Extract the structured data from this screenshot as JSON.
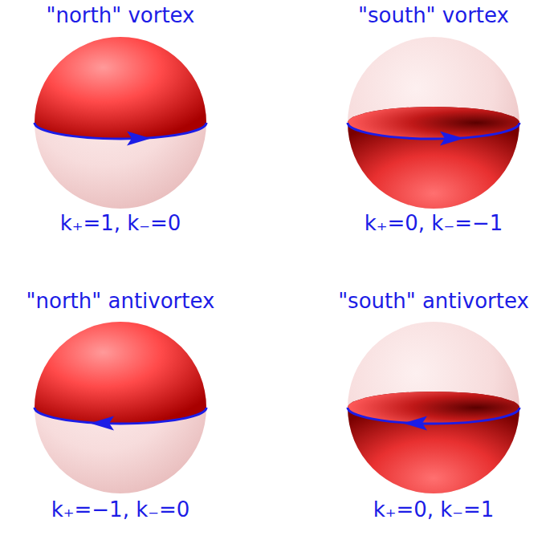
{
  "diagram": {
    "labels": [
      "\"north\" vortex",
      "\"south\" vortex",
      "k₊=1, k₋=0",
      "k₊=0, k₋=−1",
      "\"north\" antivortex",
      "\"south\" antivortex",
      "k₊=−1, k₋=0",
      "k₊=0, k₋=1"
    ]
  }
}
